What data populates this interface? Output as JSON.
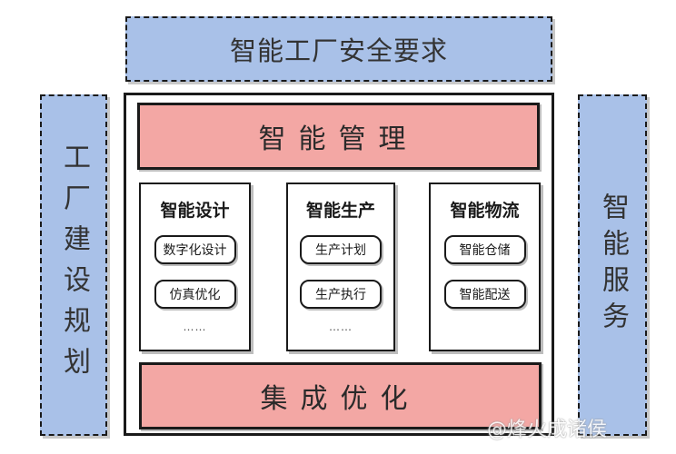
{
  "top_bar": {
    "label": "智能工厂安全要求"
  },
  "left_bar": {
    "label": "工厂建设规划"
  },
  "right_bar": {
    "label": "智能服务"
  },
  "management": {
    "label": "智能管理"
  },
  "integration": {
    "label": "集成优化"
  },
  "columns": [
    {
      "title": "智能设计",
      "items": [
        "数字化设计",
        "仿真优化"
      ],
      "ellipsis": "……"
    },
    {
      "title": "智能生产",
      "items": [
        "生产计划",
        "生产执行"
      ],
      "ellipsis": "……"
    },
    {
      "title": "智能物流",
      "items": [
        "智能仓储",
        "智能配送"
      ]
    }
  ],
  "watermark": "@烽火成诸侯",
  "colors": {
    "blue_fill": "#a9c1e8",
    "pink_fill": "#f3a7a4",
    "border": "#1a1a1a"
  }
}
